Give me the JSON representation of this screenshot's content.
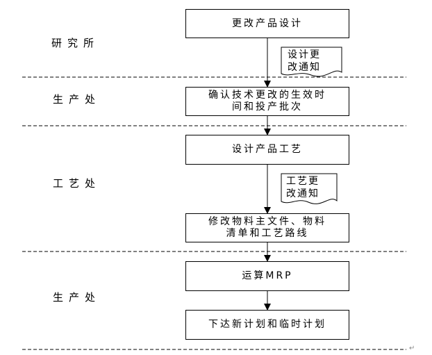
{
  "departments": {
    "research": "研究所",
    "production_1": "生产处",
    "process": "工艺处",
    "production_2": "生产处"
  },
  "steps": {
    "redesign": "更改产品设计",
    "confirm": [
      "确认技术更改的生效时",
      "间和投产批次"
    ],
    "process_design": "设计产品工艺",
    "modify_bom": [
      "修改物料主文件、物料",
      "清单和工艺路线"
    ],
    "run_mrp": "运算MRP",
    "issue_plan": "下达新计划和临时计划"
  },
  "documents": {
    "design_change": [
      "设计更",
      "改通知"
    ],
    "process_change": [
      "工艺更",
      "改通知"
    ]
  },
  "paragraph_mark": "↵"
}
